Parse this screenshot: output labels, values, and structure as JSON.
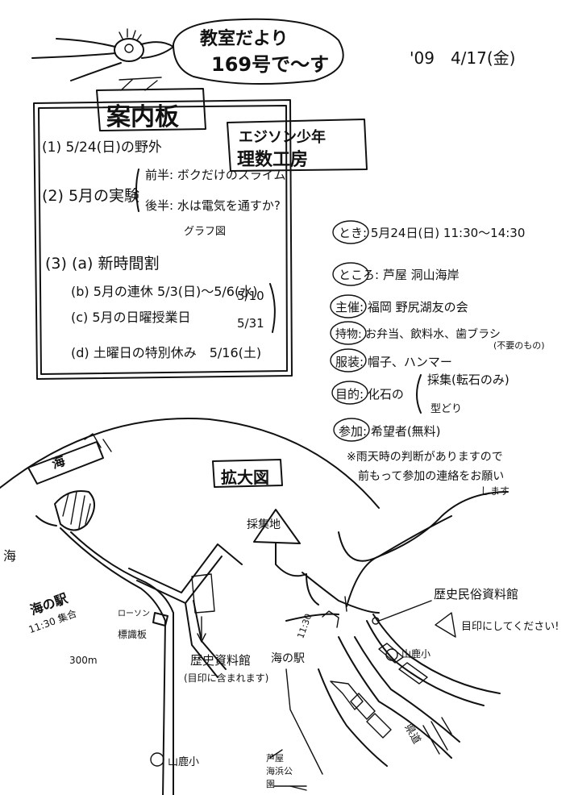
{
  "header": {
    "newsletter_line1": "教室だより",
    "newsletter_line2": "169号で〜す",
    "date": "'09　4/17(金)"
  },
  "notice_board": {
    "title": "案内板",
    "sign_line1": "エジソン少年",
    "sign_line2": "理数工房",
    "item1": "(1) 5/24(日)の野外",
    "item2_label": "(2) 5月の実験",
    "item2_first": "前半: ボクだけのスライム",
    "item2_second": "後半: 水は電気を通すか?",
    "item2_note": "グラフ図",
    "item3_label": "(3) (a) 新時間割",
    "item3b": "(b) 5月の連休 5/3(日)〜5/6(水)",
    "item3c": "(c) 5月の日曜授業日",
    "item3c_date1": "5/10",
    "item3c_date2": "5/31",
    "item3d": "(d) 土曜日の特別休み　5/16(土)"
  },
  "event_details": {
    "time": "とき: 5月24日(日) 11:30〜14:30",
    "place": "ところ: 芦屋 洞山海岸",
    "organizer": "主催: 福岡 野尻湖友の会",
    "belongings": "持物: お弁当、飲料水、歯ブラシ",
    "belongings_note": "(不要のもの)",
    "clothing": "服装: 帽子、ハンマー",
    "purpose_label": "目的: 化石の",
    "purpose_a": "採集(転石のみ)",
    "purpose_b": "型どり",
    "participation": "参加: 希望者(無料)",
    "rain_note_1": "※雨天時の判断がありますので",
    "rain_note_2": "前もって参加の連絡をお願い",
    "rain_note_3": "します"
  },
  "map": {
    "sea": "海",
    "sea_side": "海",
    "enlarged_title": "拡大図",
    "collection_site": "採集地",
    "station_meet_1": "海の駅",
    "station_meet_2": "11:30 集合",
    "lawson": "ローソン",
    "signpost": "標識板",
    "distance": "300m",
    "museum_left": "歴史資料館",
    "museum_left_note": "(目印に含まれます)",
    "yamaga_school_left": "山鹿小",
    "time_1130": "11:30",
    "station_right": "海の駅",
    "museum_right": "歴史民俗資料館",
    "landmark_note": "目印にしてください!",
    "yamaga_school_right": "山鹿小",
    "park": "芦屋 海浜公園",
    "road": "県道"
  }
}
